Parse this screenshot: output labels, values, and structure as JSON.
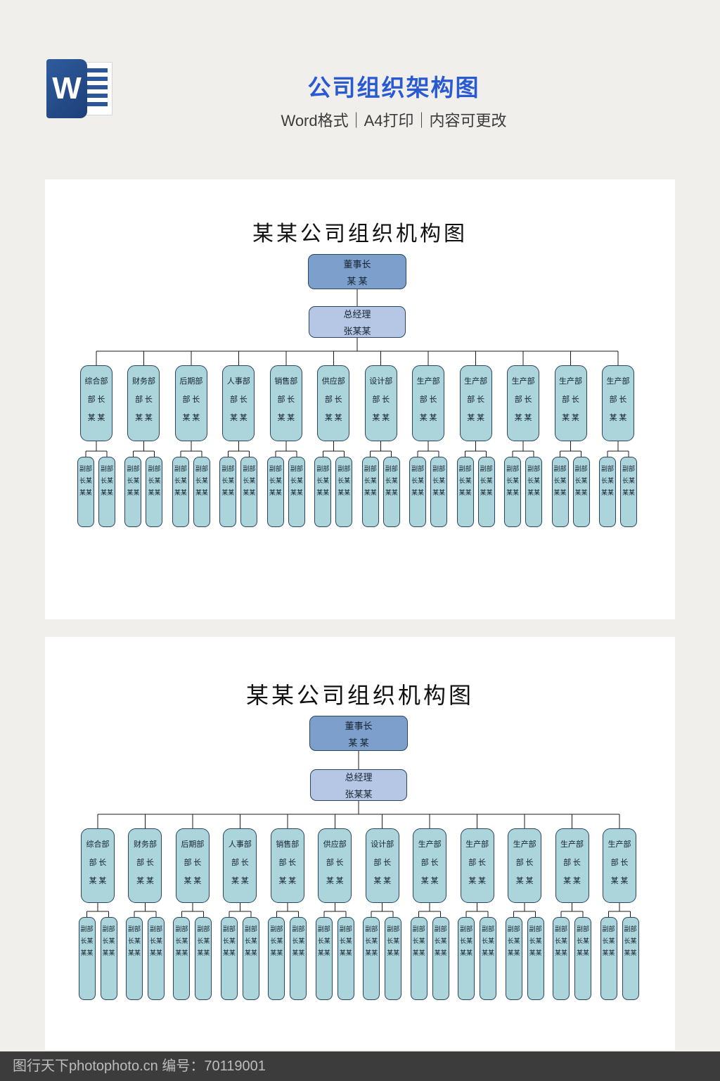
{
  "header": {
    "title": "公司组织架构图",
    "subtitle": "Word格式｜A4打印｜内容可更改",
    "word_letter": "W",
    "title_color": "#2a5ad2"
  },
  "footer": {
    "text": "图行天下photophoto.cn 编号：70119001"
  },
  "chart": {
    "title": "某某公司组织机构图",
    "chairman": {
      "title": "董事长",
      "name": "某  某"
    },
    "general_manager": {
      "title": "总经理",
      "name": "张某某"
    },
    "dept_role": "部 长",
    "dept_person": "某 某",
    "deputy_text": "副部长某某某",
    "departments": [
      "综合部",
      "财务部",
      "后期部",
      "人事部",
      "销售部",
      "供应部",
      "设计部",
      "生产部",
      "生产部",
      "生产部",
      "生产部",
      "生产部"
    ],
    "deputies_per_dept": 2,
    "colors": {
      "chairman": "#7d9fcc",
      "general_manager": "#b6c7e6",
      "department": "#abd4db",
      "line": "#1b1b1b"
    }
  }
}
